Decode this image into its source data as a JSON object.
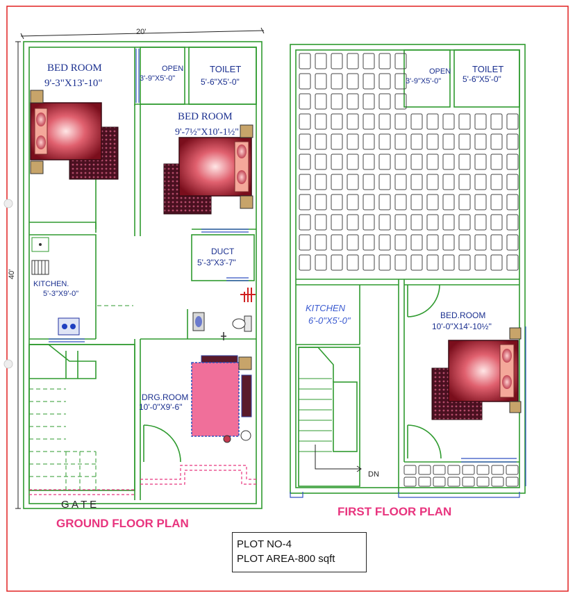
{
  "ground_floor": {
    "title": "GROUND FLOOR PLAN",
    "width_dim": "20'",
    "depth_dim": "40'",
    "gate": "G A T E",
    "rooms": {
      "bedroom1": {
        "name": "BED ROOM",
        "size": "9'-3\"X13'-10\""
      },
      "open": {
        "name": "OPEN",
        "size": "3'-9\"X5'-0\""
      },
      "toilet": {
        "name": "TOILET",
        "size": "5'-6\"X5'-0\""
      },
      "bedroom2": {
        "name": "BED ROOM",
        "size": "9'-7½\"X10'-1½\""
      },
      "duct": {
        "name": "DUCT",
        "size": "5'-3\"X3'-7\""
      },
      "kitchen": {
        "name": "KITCHEN.",
        "size": "5'-3\"X9'-0\""
      },
      "drawing": {
        "name": "DRG.ROOM",
        "size": "10'-0\"X9'-6\""
      }
    }
  },
  "first_floor": {
    "title": "FIRST FLOOR PLAN",
    "down": "DN",
    "rooms": {
      "open": {
        "name": "OPEN",
        "size": "3'-9\"X5'-0\""
      },
      "toilet": {
        "name": "TOILET",
        "size": "5'-6\"X5'-0\""
      },
      "kitchen": {
        "name": "KITCHEN",
        "size": "6'-0\"X5'-0\""
      },
      "bedroom": {
        "name": "BED.ROOM",
        "size": "10'-0\"X14'-10½\""
      }
    }
  },
  "plot": {
    "number": "PLOT NO-4",
    "area": "PLOT AREA-800 sqft"
  },
  "colors": {
    "wall": "#2e9a2e",
    "label": "#1a2f8f",
    "title": "#e8347e",
    "border": "#e02020",
    "dim": "#222222"
  }
}
